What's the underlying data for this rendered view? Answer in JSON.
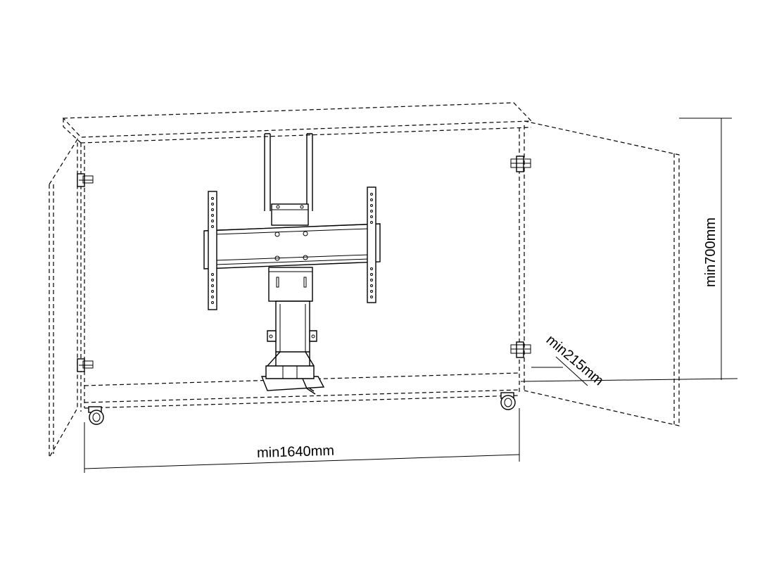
{
  "dimensions": {
    "width_label": "min1640mm",
    "height_label": "min700mm",
    "depth_label": "min215mm"
  }
}
